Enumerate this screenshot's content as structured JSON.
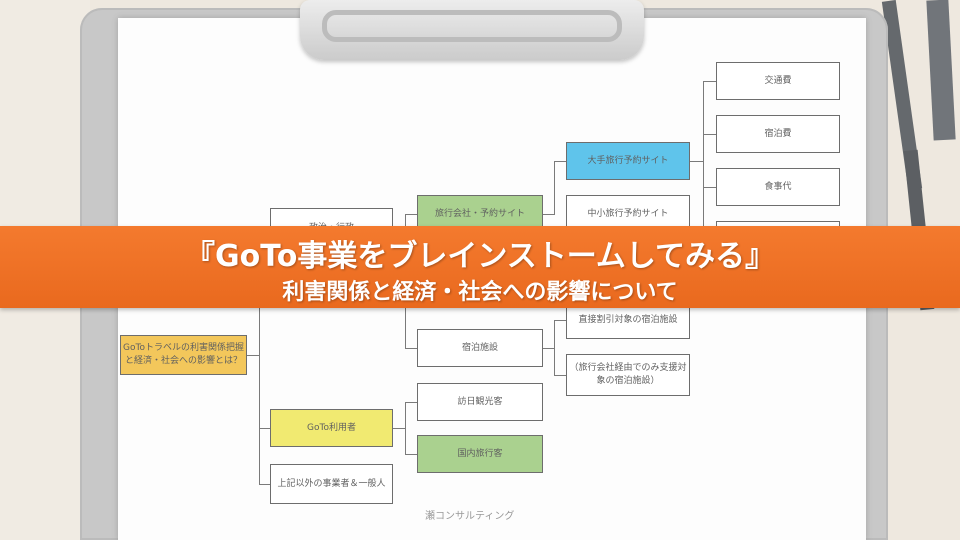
{
  "banner": {
    "title": "『GoTo事業をブレインストームしてみる』",
    "subtitle": "利害関係と経済・社会への影響について"
  },
  "mindmap": {
    "root": "GoToトラベルの利害関係把握と経済・社会への影響とは？",
    "branch_top": "政治・行政",
    "branch_goto_user": "GoTo利用者",
    "branch_other": "上記以外の事業者＆一般人",
    "travel_agency": "旅行会社・予約サイト",
    "lodging": "宿泊施設",
    "major_site": "大手旅行予約サイト",
    "mid_site": "中小旅行予約サイト",
    "direct_discount": "直接割引対象の宿泊施設",
    "agency_only": "（旅行会社経由でのみ支援対象の宿泊施設）",
    "inbound": "訪日観光客",
    "domestic": "国内旅行客",
    "transport": "交通費",
    "lodging_cost": "宿泊費",
    "meal_cost": "食事代"
  },
  "watermark": "瀬コンサルティング",
  "colors": {
    "banner": "#f07328",
    "blue_node": "#33b4e6",
    "green_node": "#93c570",
    "yellow_node": "#eee54a",
    "gold_node": "#f0b82d"
  }
}
